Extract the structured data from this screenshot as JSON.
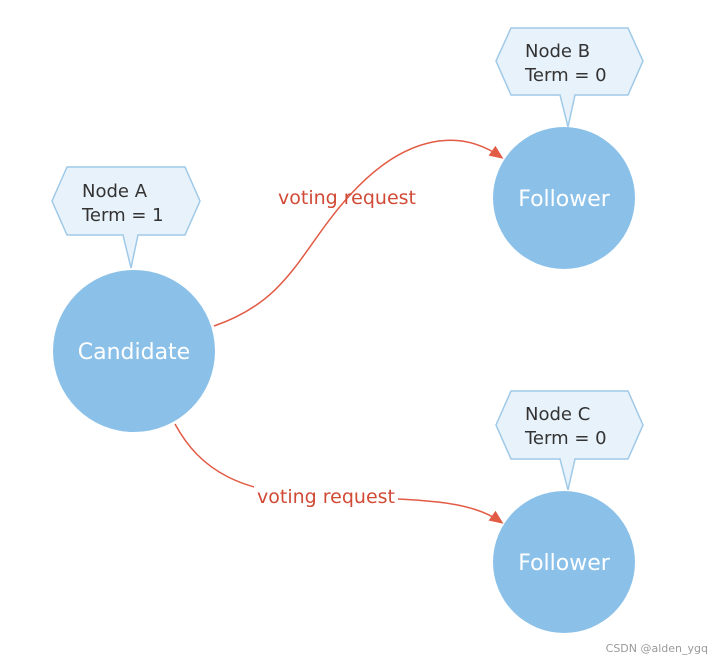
{
  "colors": {
    "node_fill": "#8bc1e9",
    "callout_fill": "#e8f2fa",
    "callout_stroke": "#9fc9e8",
    "edge": "#e25b45",
    "edge_label": "#d14a36"
  },
  "nodes": [
    {
      "id": "a",
      "role": "Candidate",
      "label_line1": "Node A",
      "label_line2": "Term = 1"
    },
    {
      "id": "b",
      "role": "Follower",
      "label_line1": "Node B",
      "label_line2": "Term = 0"
    },
    {
      "id": "c",
      "role": "Follower",
      "label_line1": "Node C",
      "label_line2": "Term = 0"
    }
  ],
  "edges": [
    {
      "from": "Node A",
      "to": "Node B",
      "label": "voting request"
    },
    {
      "from": "Node A",
      "to": "Node C",
      "label": "voting request"
    }
  ],
  "watermark": "CSDN @alden_ygq"
}
